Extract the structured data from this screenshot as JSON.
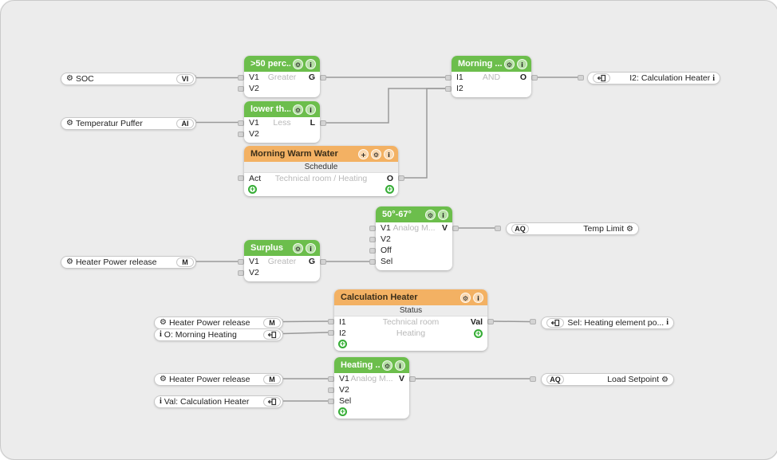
{
  "colors": {
    "block_green": "#6CBE4C",
    "block_orange": "#F3B163",
    "wire": "#999999",
    "canvas_bg": "#ECECEC",
    "plus_green": "#35AC35"
  },
  "icons": {
    "gear": "⚙",
    "info": "i",
    "add": "+",
    "plus": "+"
  },
  "inputs": [
    {
      "label": "SOC",
      "badge": "VI"
    },
    {
      "label": "Temperatur Puffer",
      "badge": "AI"
    },
    {
      "label": "Heater Power release",
      "badge": "M"
    },
    {
      "label": "Heater Power release",
      "badge": "M"
    },
    {
      "label": "O: Morning Heating"
    },
    {
      "label": "Heater Power release",
      "badge": "M"
    },
    {
      "label": "Val: Calculation Heater"
    }
  ],
  "outputs": [
    {
      "label": "I2: Calculation Heater"
    },
    {
      "label": "Temp Limit",
      "badge": "AQ"
    },
    {
      "label": "Sel: Heating element po..."
    },
    {
      "label": "Load Setpoint",
      "badge": "AQ"
    }
  ],
  "blocks": {
    "gt50": {
      "title": ">50 perc...",
      "rows": [
        {
          "in": "V1",
          "hint": "Greater",
          "out": "G"
        },
        {
          "in": "V2"
        }
      ]
    },
    "lower": {
      "title": "lower th...",
      "rows": [
        {
          "in": "V1",
          "hint": "Less",
          "out": "L"
        },
        {
          "in": "V2"
        }
      ]
    },
    "schedule": {
      "title": "Morning Warm Water",
      "subtitle": "Schedule",
      "rows": [
        {
          "in": "Act",
          "hint": "Technical room / Heating",
          "out": "O"
        }
      ]
    },
    "and": {
      "title": "Morning ...",
      "rows": [
        {
          "in": "I1",
          "hint": "AND",
          "out": "O"
        },
        {
          "in": "I2"
        }
      ]
    },
    "range": {
      "title": "50°-67°",
      "rows": [
        {
          "in": "V1",
          "hint": "Analog M...",
          "out": "V"
        },
        {
          "in": "V2"
        },
        {
          "in": "Off"
        },
        {
          "in": "Sel"
        }
      ]
    },
    "surplus": {
      "title": "Surplus",
      "rows": [
        {
          "in": "V1",
          "hint": "Greater",
          "out": "G"
        },
        {
          "in": "V2"
        }
      ]
    },
    "calc": {
      "title": "Calculation Heater",
      "subtitle": "Status",
      "rows": [
        {
          "in": "I1",
          "hint": "Technical room",
          "out": "Val"
        },
        {
          "in": "I2",
          "hint": "Heating"
        }
      ]
    },
    "heating": {
      "title": "Heating ...",
      "rows": [
        {
          "in": "V1",
          "hint": "Analog M...",
          "out": "V"
        },
        {
          "in": "V2"
        },
        {
          "in": "Sel"
        }
      ]
    }
  }
}
